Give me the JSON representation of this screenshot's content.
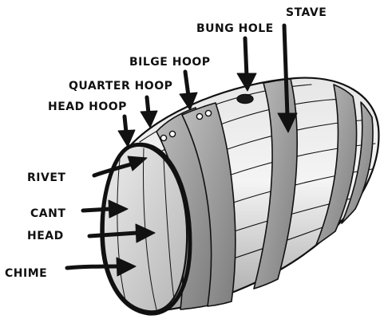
{
  "labels": {
    "bung_hole": "BUNG HOLE",
    "stave": "STAVE",
    "bilge_hoop": "BILGE HOOP",
    "quarter_hoop": "QUARTER HOOP",
    "head_hoop": "HEAD HOOP",
    "rivet": "RIVET",
    "cant": "CANT",
    "head": "HEAD",
    "chime": "CHIME"
  },
  "colors": {
    "ink": "#111111",
    "barrel_wash": "#c9c9c9",
    "head_wash": "#d8d8d8",
    "hoop_wash": "#9a9a9a"
  }
}
